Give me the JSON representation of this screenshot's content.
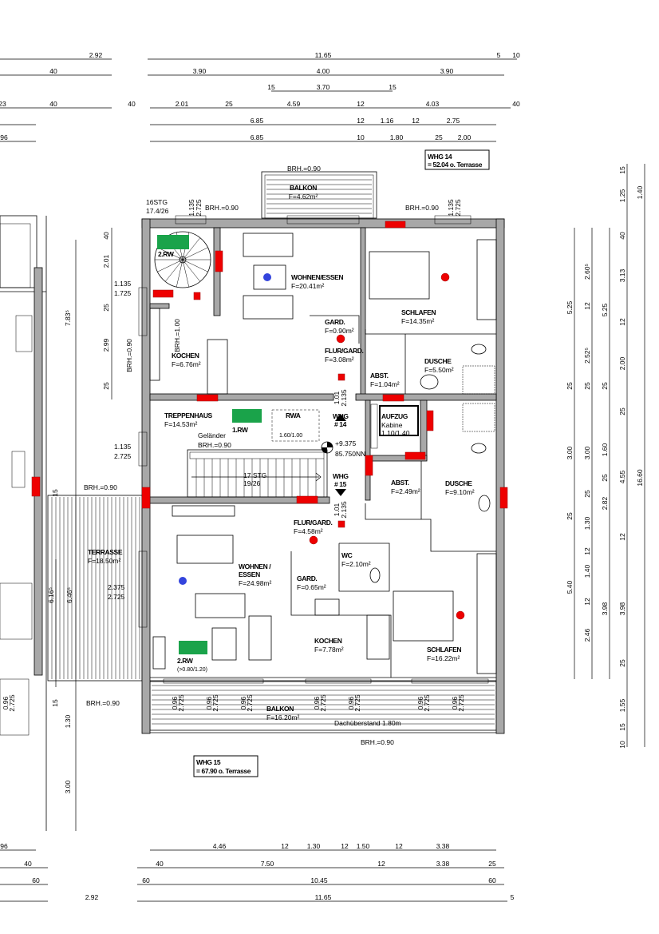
{
  "units": {
    "whg14": {
      "name": "WHG 14",
      "area": "= 52.04 o. Terrasse"
    },
    "whg15": {
      "name": "WHG 15",
      "area": "= 67.90 o. Terrasse"
    }
  },
  "rooms": {
    "balkon_top": {
      "name": "BALKON",
      "area": "F=4.62m²"
    },
    "wohnen14": {
      "name": "WOHNEN/ESSEN",
      "area": "F=20.41m²"
    },
    "schlafen14": {
      "name": "SCHLAFEN",
      "area": "F=14.35m²"
    },
    "gard14": {
      "name": "GARD.",
      "area": "F=0.90m²"
    },
    "flur14": {
      "name": "FLUR/GARD.",
      "area": "F=3.08m²"
    },
    "kochen14": {
      "name": "KOCHEN",
      "area": "F=6.76m²"
    },
    "dusche14": {
      "name": "DUSCHE",
      "area": "F=5.50m²"
    },
    "abst14": {
      "name": "ABST.",
      "area": "F=1.04m²"
    },
    "treppenhaus": {
      "name": "TREPPENHAUS",
      "area": "F=14.53m²"
    },
    "aufzug": {
      "name": "AUFZUG",
      "line2": "Kabine",
      "line3": "1.10/1.40"
    },
    "abst15": {
      "name": "ABST.",
      "area": "F=2.49m²"
    },
    "dusche15": {
      "name": "DUSCHE",
      "area": "F=9.10m²"
    },
    "flur15": {
      "name": "FLUR/GARD.",
      "area": "F=4.58m²"
    },
    "wc15": {
      "name": "WC",
      "area": "F=2.10m²"
    },
    "wohnen15": {
      "name": "WOHNEN /",
      "name2": "ESSEN",
      "area": "F=24.98m²"
    },
    "gard15": {
      "name": "GARD.",
      "area": "F=0.65m²"
    },
    "kochen15": {
      "name": "KOCHEN",
      "area": "F=7.78m²"
    },
    "schlafen15": {
      "name": "SCHLAFEN",
      "area": "F=16.22m²"
    },
    "balkon_bottom": {
      "name": "BALKON",
      "area": "F=16.20m²"
    },
    "terrasse": {
      "name": "TERRASSE",
      "area": "F=18.50m²"
    }
  },
  "labels": {
    "brh_top": "BRH.=0.90",
    "stg_top": "16STG",
    "stg_top2": "17.4/26",
    "win_tl_1": "1.135",
    "win_tl_2": "2.725",
    "brh_tl": "BRH.=0.90",
    "brh_tr": "BRH.=0.90",
    "win_tr_1": "1.135",
    "win_tr_2": "2.725",
    "rw2_top": "2.RW",
    "brh_kochen": "BRH.=1.00",
    "door14_1": "1.01",
    "door14_2": "2.135",
    "rw1": "1.RW",
    "rwa": "RWA",
    "rwa_size": "1.60/1.00",
    "gelaender": "Geländer",
    "gelaender_brh": "BRH.=0.90",
    "level1": "+9.375",
    "level2": "85.750NN",
    "stg_mid": "17 STG",
    "stg_mid2": "19/26",
    "whg14_tag": "WHG",
    "whg14_num": "# 14",
    "whg15_tag": "WHG",
    "whg15_num": "# 15",
    "door15_1": "1.01",
    "door15_2": "2.135",
    "rw2_bottom": "2.RW",
    "rw2_bottom_size": "(>0.80/1.20)",
    "dachueberstand": "Dachüberstand 1.80m",
    "brh_bottom": "BRH.=0.90",
    "win_left_1": "1.135",
    "win_left_2": "1.725",
    "brh_left": "BRH.=0.90",
    "win_left2_1": "1.135",
    "win_left2_2": "2.725",
    "terr_brh_top": "BRH.=0.90",
    "terr_brh_bottom": "BRH.=0.90",
    "terr_win_1": "2.375",
    "terr_win_2": "2.725",
    "terr_dim1": "6.16⁵",
    "terr_dim2": "6.46⁵",
    "terr_15a": "15",
    "terr_15b": "15",
    "terr_130": "1.30",
    "terr_300": "3.00",
    "terr_783": "7.83⁵",
    "bw_a": "0.96",
    "bw_b": "2.725"
  },
  "dimensions": {
    "top": [
      "2.92",
      "11.65",
      "5",
      "10",
      "40",
      "3.90",
      "4.00",
      "3.90",
      "15",
      "3.70",
      "15",
      "23",
      "40",
      "40",
      "2.01",
      "25",
      "4.59",
      "12",
      "4.03",
      "40",
      "6.85",
      "12",
      "1.16",
      "12",
      "2.75",
      "96",
      "6.85",
      "10",
      "1.80",
      "25",
      "2.00"
    ],
    "bottom": [
      "96",
      "4.46",
      "12",
      "1.30",
      "12",
      "1.50",
      "12",
      "3.38",
      "40",
      "40",
      "7.50",
      "12",
      "3.38",
      "25",
      "60",
      "60",
      "10.45",
      "60",
      "2.92",
      "11.65",
      "5"
    ],
    "right": [
      "5.25",
      "25",
      "3.00",
      "25",
      "5.40",
      "2.60⁵",
      "12",
      "2.52⁵",
      "25",
      "3.00",
      "25",
      "1.30",
      "12",
      "1.40",
      "12",
      "2.46",
      "5.25",
      "25",
      "1.60",
      "25",
      "2.82",
      "3.98",
      "15",
      "1.25",
      "40",
      "3.13",
      "12",
      "2.00",
      "25",
      "4.55",
      "12",
      "3.98",
      "25",
      "1.55",
      "15",
      "10",
      "1.40",
      "16.60"
    ],
    "left": [
      "40",
      "2.01",
      "25",
      "2.99",
      "25"
    ]
  },
  "colors": {
    "wall": "#a8a8a8",
    "exit_sign": "#1aa34a",
    "detector": "#e00000",
    "sensor": "#3344dd"
  }
}
